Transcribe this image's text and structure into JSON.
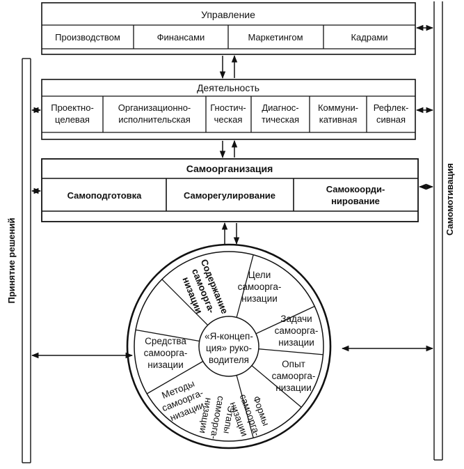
{
  "side": {
    "left": "Принятие решений",
    "right": "Самомотивация"
  },
  "management": {
    "title": "Управление",
    "items": [
      "Производством",
      "Финансами",
      "Маркетингом",
      "Кадрами"
    ]
  },
  "activity": {
    "title": "Деятельность",
    "items": [
      [
        "Проектно-",
        "целевая"
      ],
      [
        "Организационно-",
        "исполнительская"
      ],
      [
        "Гностич-",
        "ческая"
      ],
      [
        "Диагнос-",
        "тическая"
      ],
      [
        "Коммуни-",
        "кативная"
      ],
      [
        "Рефлек-",
        "сивная"
      ]
    ]
  },
  "selforg": {
    "title": "Самоорганизация",
    "items": [
      [
        "Самоподготовка"
      ],
      [
        "Саморегулирование"
      ],
      [
        "Самокоорди-",
        "нирование"
      ]
    ]
  },
  "wheel": {
    "center": [
      "«Я-концеп-",
      "ция» руко-",
      "водителя"
    ],
    "sectors": [
      [
        "Цели",
        "самоорга-",
        "низации"
      ],
      [
        "Задачи",
        "самоорга-",
        "низации"
      ],
      [
        "Опыт",
        "самоорга-",
        "низации"
      ],
      [
        "Формы",
        "самоорга-",
        "низации"
      ],
      [
        "Этапы",
        "самоорга-",
        "низации"
      ],
      [
        "Методы",
        "самоорга-",
        "низации"
      ],
      [
        "Средства",
        "самоорга-",
        "низации"
      ],
      [
        "Содержание",
        "самоорга-",
        "низации"
      ]
    ]
  }
}
